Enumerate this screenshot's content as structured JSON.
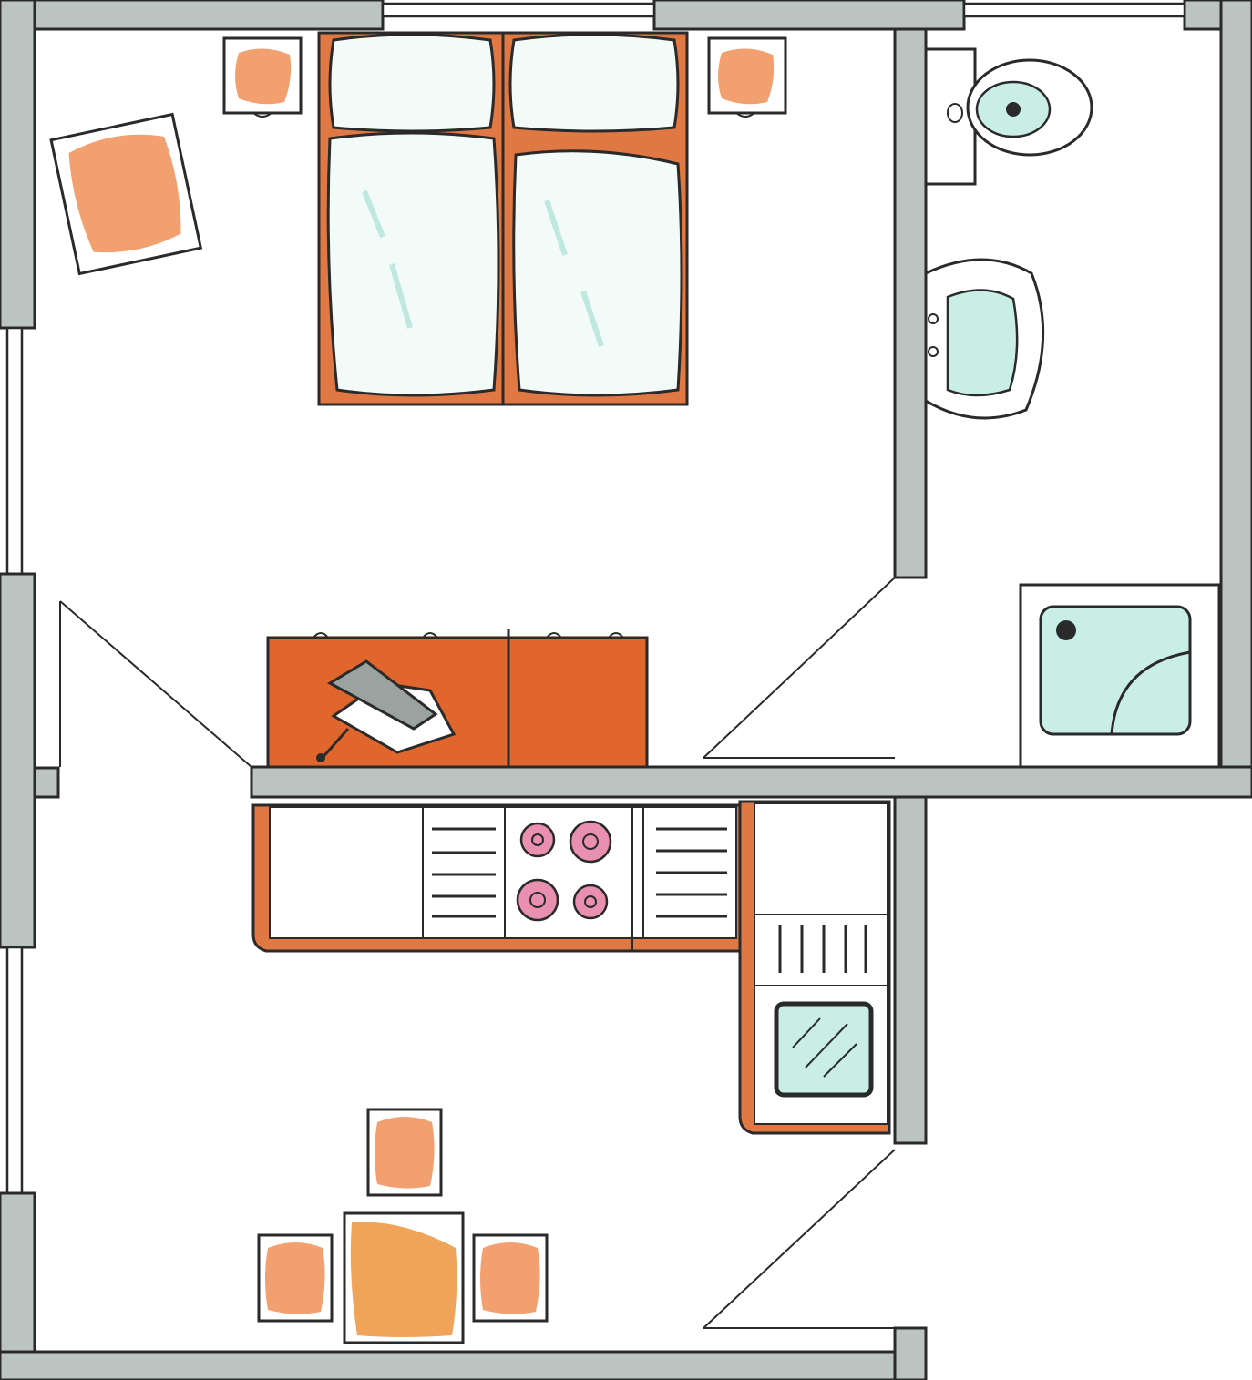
{
  "palette": {
    "wall": "#bcc4c1",
    "line": "#2a2a2a",
    "wood": "#e07844",
    "cushion": "#f2a070",
    "linen": "#f2fbf8",
    "water": "#c9eee6",
    "burner": "#e98fb0",
    "dark_wood": "#e0662e"
  },
  "rooms": [
    {
      "name": "bedroom",
      "furniture": [
        "double-bed",
        "nightstand",
        "nightstand",
        "armchair",
        "cabinet"
      ]
    },
    {
      "name": "bathroom",
      "fixtures": [
        "toilet",
        "washbasin",
        "shower-tray"
      ]
    },
    {
      "name": "kitchen-dining",
      "furniture": [
        "counter",
        "cooktop",
        "sink-cabinet",
        "fridge",
        "dish-rack",
        "sink",
        "dining-table",
        "chair",
        "chair",
        "chair"
      ]
    }
  ],
  "icons": [
    "telephone-icon",
    "bed-icon",
    "toilet-icon",
    "washbasin-icon",
    "shower-icon",
    "stove-icon",
    "sink-icon",
    "table-icon",
    "chair-icon"
  ]
}
